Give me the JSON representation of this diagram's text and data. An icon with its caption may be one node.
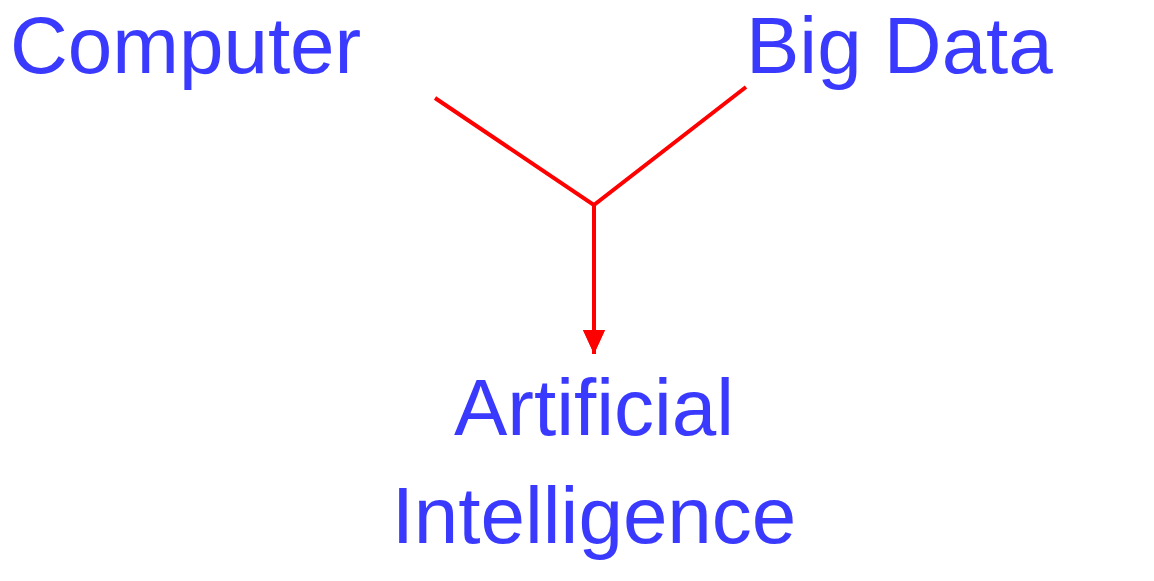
{
  "diagram": {
    "nodes": [
      {
        "text": [
          "Computer"
        ]
      },
      {
        "text": [
          "Big Data"
        ]
      },
      {
        "text": [
          "Artificial Intelligence"
        ]
      }
    ],
    "edges": [
      {
        "from": 0,
        "to": 2,
        "arrow": "to",
        "color": "#ff0000"
      },
      {
        "from": 1,
        "to": 2,
        "arrow": "to",
        "color": "#ff0000"
      }
    ]
  }
}
